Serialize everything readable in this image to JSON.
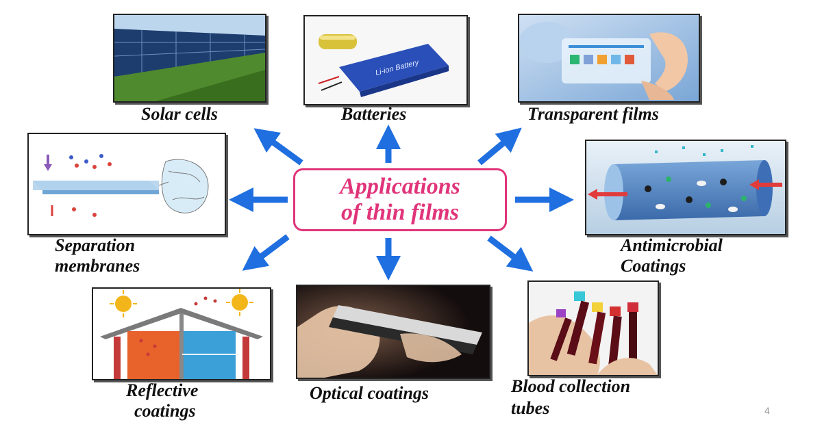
{
  "center": {
    "line1": "Applications",
    "line2": "of thin films"
  },
  "labels": {
    "solar": "Solar cells",
    "batteries": "Batteries",
    "transparent": "Transparent films",
    "separation_1": "Separation",
    "separation_2": "membranes",
    "antimicrobial_1": "Antimicrobial",
    "antimicrobial_2": "Coatings",
    "reflective_1": "Reflective",
    "reflective_2": "coatings",
    "optical": "Optical coatings",
    "blood_1": "Blood collection",
    "blood_2": "tubes"
  },
  "battery_text": "Li-ion Battery",
  "page_number": "4",
  "colors": {
    "accent": "#e0347a",
    "arrow": "#1f6fe0"
  }
}
